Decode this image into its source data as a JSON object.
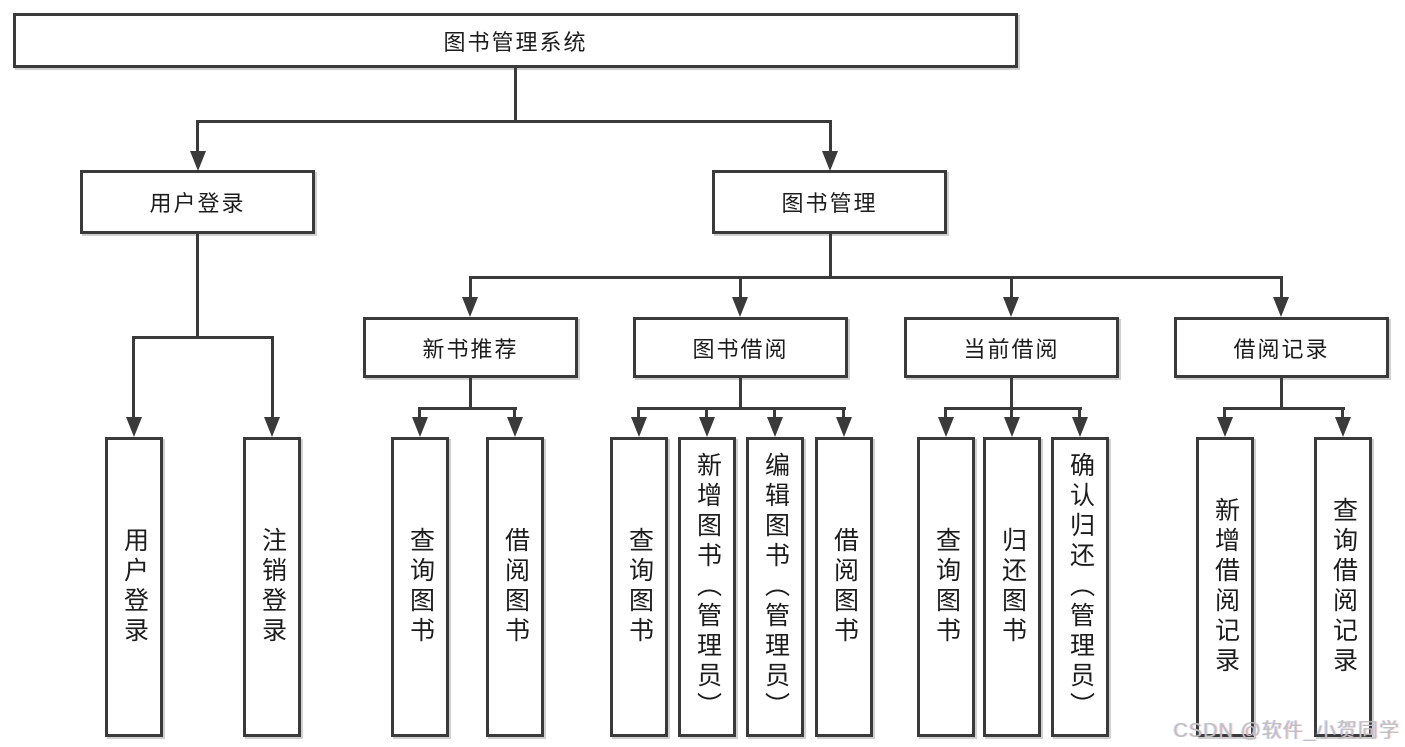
{
  "tree": {
    "root": {
      "label": "图书管理系统"
    },
    "branches": [
      {
        "label": "用户登录",
        "children": [
          "用户登录",
          "注销登录"
        ]
      },
      {
        "label": "图书管理",
        "groups": [
          {
            "label": "新书推荐",
            "children": [
              "查询图书",
              "借阅图书"
            ]
          },
          {
            "label": "图书借阅",
            "children": [
              "查询图书",
              "新增图书（管理员）",
              "编辑图书（管理员）",
              "借阅图书"
            ]
          },
          {
            "label": "当前借阅",
            "children": [
              "查询图书",
              "归还图书",
              "确认归还（管理员）"
            ]
          },
          {
            "label": "借阅记录",
            "children": [
              "新增借阅记录",
              "查询借阅记录"
            ]
          }
        ]
      }
    ]
  },
  "colors": {
    "line": "#3a3a3a",
    "text": "#1c1c1c",
    "watermark": "#c1c0c0"
  },
  "watermark": {
    "text": "CSDN @软件_小贺同学"
  }
}
